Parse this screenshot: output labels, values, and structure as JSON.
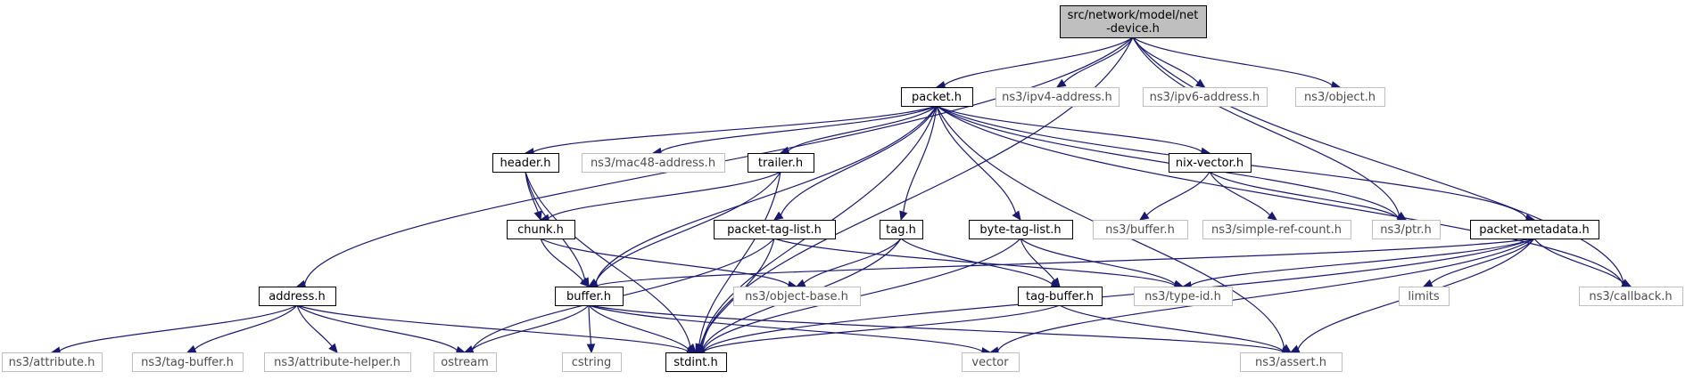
{
  "diagram": {
    "nodes": [
      {
        "id": "net_device",
        "lines": [
          "src/network/model/net",
          "-device.h"
        ],
        "style": "root"
      },
      {
        "id": "packet",
        "lines": [
          "packet.h"
        ],
        "style": "defined"
      },
      {
        "id": "ipv4",
        "lines": [
          "ns3/ipv4-address.h"
        ],
        "style": "external"
      },
      {
        "id": "ipv6",
        "lines": [
          "ns3/ipv6-address.h"
        ],
        "style": "external"
      },
      {
        "id": "object",
        "lines": [
          "ns3/object.h"
        ],
        "style": "external"
      },
      {
        "id": "header",
        "lines": [
          "header.h"
        ],
        "style": "defined"
      },
      {
        "id": "mac48",
        "lines": [
          "ns3/mac48-address.h"
        ],
        "style": "external"
      },
      {
        "id": "trailer",
        "lines": [
          "trailer.h"
        ],
        "style": "defined"
      },
      {
        "id": "nixvector",
        "lines": [
          "nix-vector.h"
        ],
        "style": "defined"
      },
      {
        "id": "chunk",
        "lines": [
          "chunk.h"
        ],
        "style": "defined"
      },
      {
        "id": "packettaglist",
        "lines": [
          "packet-tag-list.h"
        ],
        "style": "defined"
      },
      {
        "id": "tag",
        "lines": [
          "tag.h"
        ],
        "style": "defined"
      },
      {
        "id": "bytetaglist",
        "lines": [
          "byte-tag-list.h"
        ],
        "style": "defined"
      },
      {
        "id": "ns3buffer",
        "lines": [
          "ns3/buffer.h"
        ],
        "style": "external"
      },
      {
        "id": "simplerefcount",
        "lines": [
          "ns3/simple-ref-count.h"
        ],
        "style": "external"
      },
      {
        "id": "ptr",
        "lines": [
          "ns3/ptr.h"
        ],
        "style": "external"
      },
      {
        "id": "packetmetadata",
        "lines": [
          "packet-metadata.h"
        ],
        "style": "defined"
      },
      {
        "id": "address",
        "lines": [
          "address.h"
        ],
        "style": "defined"
      },
      {
        "id": "buffer",
        "lines": [
          "buffer.h"
        ],
        "style": "defined"
      },
      {
        "id": "objectbase",
        "lines": [
          "ns3/object-base.h"
        ],
        "style": "external"
      },
      {
        "id": "tagbuffer",
        "lines": [
          "tag-buffer.h"
        ],
        "style": "defined"
      },
      {
        "id": "typeid",
        "lines": [
          "ns3/type-id.h"
        ],
        "style": "external"
      },
      {
        "id": "limits",
        "lines": [
          "limits"
        ],
        "style": "external"
      },
      {
        "id": "callback",
        "lines": [
          "ns3/callback.h"
        ],
        "style": "external"
      },
      {
        "id": "attribute",
        "lines": [
          "ns3/attribute.h"
        ],
        "style": "external"
      },
      {
        "id": "ns3tagbuffer",
        "lines": [
          "ns3/tag-buffer.h"
        ],
        "style": "external"
      },
      {
        "id": "attributehelper",
        "lines": [
          "ns3/attribute-helper.h"
        ],
        "style": "external"
      },
      {
        "id": "ostream",
        "lines": [
          "ostream"
        ],
        "style": "external"
      },
      {
        "id": "cstring",
        "lines": [
          "cstring"
        ],
        "style": "external"
      },
      {
        "id": "stdint",
        "lines": [
          "stdint.h"
        ],
        "style": "defined"
      },
      {
        "id": "vector",
        "lines": [
          "vector"
        ],
        "style": "external"
      },
      {
        "id": "assert",
        "lines": [
          "ns3/assert.h"
        ],
        "style": "external"
      }
    ],
    "edges": [
      [
        "net_device",
        "packet"
      ],
      [
        "net_device",
        "ipv4"
      ],
      [
        "net_device",
        "ipv6"
      ],
      [
        "net_device",
        "object"
      ],
      [
        "net_device",
        "ptr"
      ],
      [
        "net_device",
        "callback"
      ],
      [
        "net_device",
        "address"
      ],
      [
        "net_device",
        "stdint"
      ],
      [
        "packet",
        "header"
      ],
      [
        "packet",
        "mac48"
      ],
      [
        "packet",
        "trailer"
      ],
      [
        "packet",
        "nixvector"
      ],
      [
        "packet",
        "packettaglist"
      ],
      [
        "packet",
        "tag"
      ],
      [
        "packet",
        "bytetaglist"
      ],
      [
        "packet",
        "ptr"
      ],
      [
        "packet",
        "packetmetadata"
      ],
      [
        "packet",
        "buffer"
      ],
      [
        "packet",
        "stdint"
      ],
      [
        "packet",
        "callback"
      ],
      [
        "packet",
        "assert"
      ],
      [
        "header",
        "chunk"
      ],
      [
        "header",
        "buffer"
      ],
      [
        "header",
        "stdint"
      ],
      [
        "trailer",
        "chunk"
      ],
      [
        "trailer",
        "buffer"
      ],
      [
        "trailer",
        "stdint"
      ],
      [
        "chunk",
        "buffer"
      ],
      [
        "chunk",
        "objectbase"
      ],
      [
        "nixvector",
        "ns3buffer"
      ],
      [
        "nixvector",
        "simplerefcount"
      ],
      [
        "nixvector",
        "ptr"
      ],
      [
        "packettaglist",
        "typeid"
      ],
      [
        "packettaglist",
        "stdint"
      ],
      [
        "packettaglist",
        "ostream"
      ],
      [
        "tag",
        "objectbase"
      ],
      [
        "tag",
        "tagbuffer"
      ],
      [
        "tag",
        "stdint"
      ],
      [
        "bytetaglist",
        "tagbuffer"
      ],
      [
        "bytetaglist",
        "typeid"
      ],
      [
        "bytetaglist",
        "stdint"
      ],
      [
        "packetmetadata",
        "buffer"
      ],
      [
        "packetmetadata",
        "typeid"
      ],
      [
        "packetmetadata",
        "limits"
      ],
      [
        "packetmetadata",
        "callback"
      ],
      [
        "packetmetadata",
        "stdint"
      ],
      [
        "packetmetadata",
        "vector"
      ],
      [
        "packetmetadata",
        "assert"
      ],
      [
        "address",
        "attribute"
      ],
      [
        "address",
        "ns3tagbuffer"
      ],
      [
        "address",
        "attributehelper"
      ],
      [
        "address",
        "ostream"
      ],
      [
        "address",
        "stdint"
      ],
      [
        "buffer",
        "ostream"
      ],
      [
        "buffer",
        "cstring"
      ],
      [
        "buffer",
        "stdint"
      ],
      [
        "buffer",
        "vector"
      ],
      [
        "buffer",
        "assert"
      ],
      [
        "tagbuffer",
        "stdint"
      ],
      [
        "tagbuffer",
        "assert"
      ]
    ]
  }
}
